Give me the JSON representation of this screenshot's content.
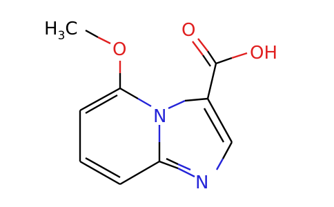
{
  "molecule": {
    "atoms": {
      "methyl": "H3C",
      "methyl_parts": {
        "h": "H",
        "sub": "3",
        "c": "C"
      },
      "ether_o": "O",
      "bridge_n": "N",
      "ring_n": "N",
      "carbonyl_o": "O",
      "hydroxyl": "OH"
    },
    "colors": {
      "carbon": "#000000",
      "oxygen": "#e02020",
      "nitrogen": "#2424d8",
      "background": "#ffffff"
    }
  }
}
